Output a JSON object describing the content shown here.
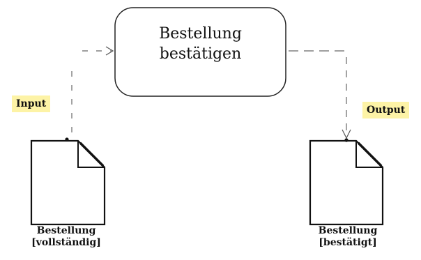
{
  "activity": {
    "line1": "Bestellung",
    "line2": "bestätigen"
  },
  "input_tag": {
    "label": "Input",
    "color": "#fdf3a6"
  },
  "output_tag": {
    "label": "Output",
    "color": "#fdf3a6"
  },
  "documents": {
    "input_doc": {
      "line1": "Bestellung",
      "line2": "[vollständig]"
    },
    "output_doc": {
      "line1": "Bestellung",
      "line2": "[bestätigt]"
    }
  }
}
